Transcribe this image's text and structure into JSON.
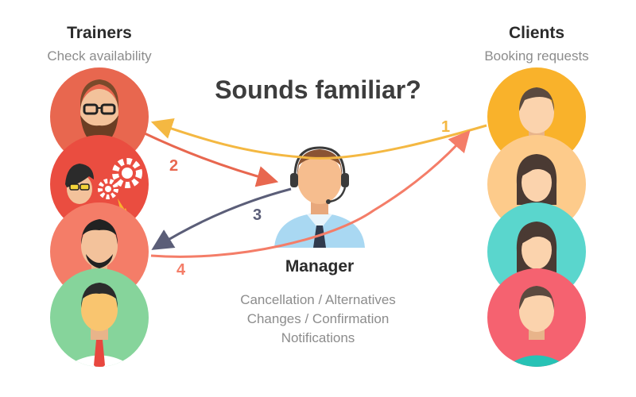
{
  "trainers": {
    "title": "Trainers",
    "subtitle": "Check availability",
    "avatars": [
      "bearded-trainer",
      "gears-trainer",
      "mustache-trainer",
      "tie-trainer"
    ],
    "colors": [
      "#e8674f",
      "#ea4d40",
      "#f47d68",
      "#86d49b"
    ]
  },
  "clients": {
    "title": "Clients",
    "subtitle": "Booking requests",
    "avatars": [
      "client-man-yellow",
      "client-woman-peach",
      "client-woman-teal",
      "client-man-red"
    ],
    "colors": [
      "#f9b22b",
      "#fdcb8b",
      "#5ad6cd",
      "#f56270"
    ]
  },
  "headline": "Sounds familiar?",
  "manager": {
    "title": "Manager",
    "tasks": [
      "Cancellation / Alternatives",
      "Changes / Confirmation",
      "Notifications"
    ]
  },
  "steps": [
    {
      "label": "1",
      "color": "#f4b842"
    },
    {
      "label": "2",
      "color": "#e8674f"
    },
    {
      "label": "3",
      "color": "#5b5e78"
    },
    {
      "label": "4",
      "color": "#f47d68"
    }
  ]
}
